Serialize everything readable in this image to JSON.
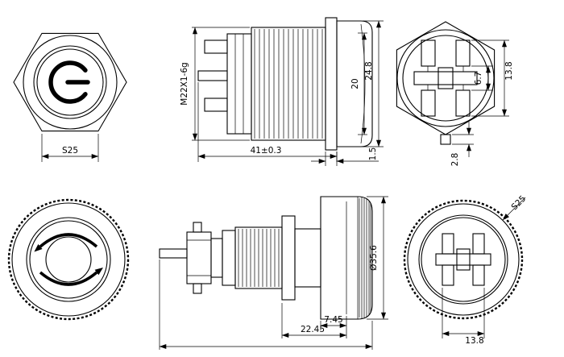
{
  "drawing": {
    "colors": {
      "background": "#ffffff",
      "line": "#000000"
    },
    "views": {
      "front_power": {
        "dim_across_flats": "S25"
      },
      "side_power": {
        "dim_thread": "M22X1-6g",
        "dim_overall": "41±0.3",
        "dim_head_od": "24.8",
        "dim_bezel_od": "20",
        "dim_flange": "1.5"
      },
      "rear_power": {
        "dim_span": "13.8",
        "dim_gap": "6.7",
        "dim_tab": "2.8"
      },
      "side_estop": {
        "dim_head_od": "Ø35.6",
        "dim_body": "22.45",
        "dim_head_h": "7.45"
      },
      "rear_estop": {
        "dim_across_flats": "S25",
        "dim_span": "13.8"
      }
    }
  }
}
